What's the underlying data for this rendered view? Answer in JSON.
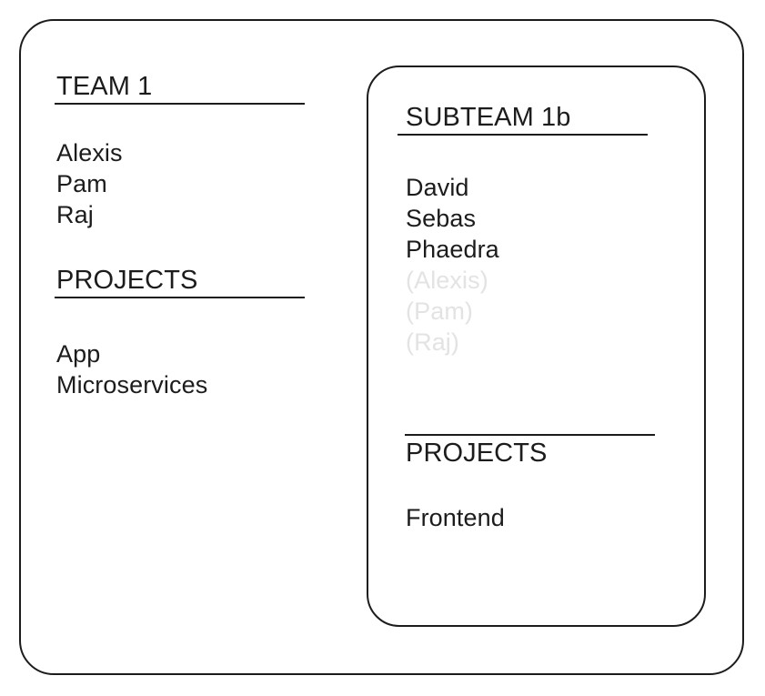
{
  "diagram": {
    "type": "team-membership-nesting",
    "stroke_color": "#1c1c1c",
    "text_color": "#1c1c1c",
    "inherited_text_color": "#e3e3e3",
    "background_color": "#ffffff"
  },
  "team": {
    "title": "TEAM 1",
    "members_heading_rule": true,
    "members": [
      {
        "name": "Alexis",
        "inherited": false
      },
      {
        "name": "Pam",
        "inherited": false
      },
      {
        "name": "Raj",
        "inherited": false
      }
    ],
    "projects_title": "PROJECTS",
    "projects": [
      {
        "name": "App"
      },
      {
        "name": "Microservices"
      }
    ]
  },
  "subteam": {
    "title": "SUBTEAM 1b",
    "members": [
      {
        "name": "David",
        "inherited": false
      },
      {
        "name": "Sebas",
        "inherited": false
      },
      {
        "name": "Phaedra",
        "inherited": false
      },
      {
        "name": "(Alexis)",
        "inherited": true
      },
      {
        "name": "(Pam)",
        "inherited": true
      },
      {
        "name": "(Raj)",
        "inherited": true
      }
    ],
    "projects_title": "PROJECTS",
    "projects": [
      {
        "name": "Frontend"
      }
    ]
  }
}
